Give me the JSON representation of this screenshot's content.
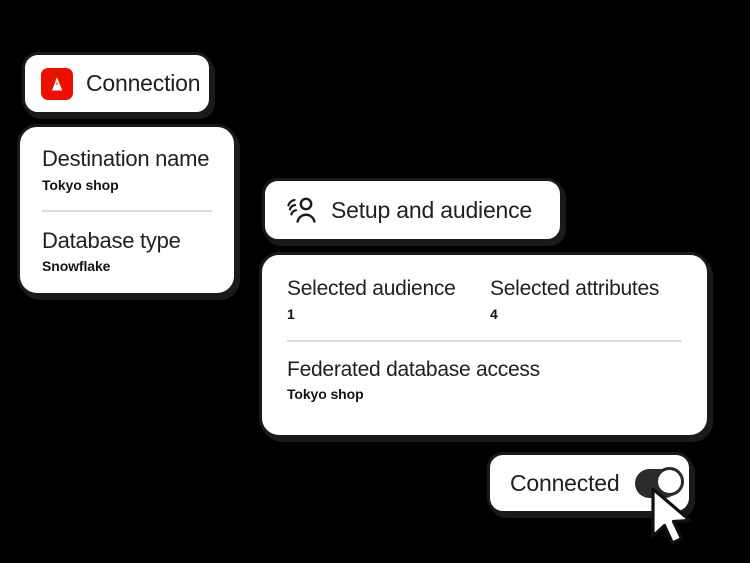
{
  "theme": {
    "background": "#000000",
    "card_background": "#ffffff",
    "card_border": "#1a1a1a",
    "text_color": "#1f1f1f",
    "divider_color": "#dcdcdc",
    "adobe_red": "#EB1000",
    "toggle_on_color": "#2b2b2b"
  },
  "connection_card": {
    "icon": "adobe-logo-icon",
    "title": "Connection"
  },
  "destination_card": {
    "fields": [
      {
        "label": "Destination name",
        "value": "Tokyo shop"
      },
      {
        "label": "Database type",
        "value": "Snowflake"
      }
    ]
  },
  "setup_card": {
    "icon": "audience-icon",
    "title": "Setup and audience"
  },
  "details_card": {
    "stats": [
      {
        "label": "Selected audience",
        "value": "1"
      },
      {
        "label": "Selected attributes",
        "value": "4"
      }
    ],
    "access": {
      "label": "Federated database access",
      "value": "Tokyo shop"
    }
  },
  "connected_card": {
    "label": "Connected",
    "toggle": {
      "name": "connection-toggle",
      "state": "on"
    }
  },
  "cursor": {
    "name": "mouse-pointer-cursor"
  }
}
